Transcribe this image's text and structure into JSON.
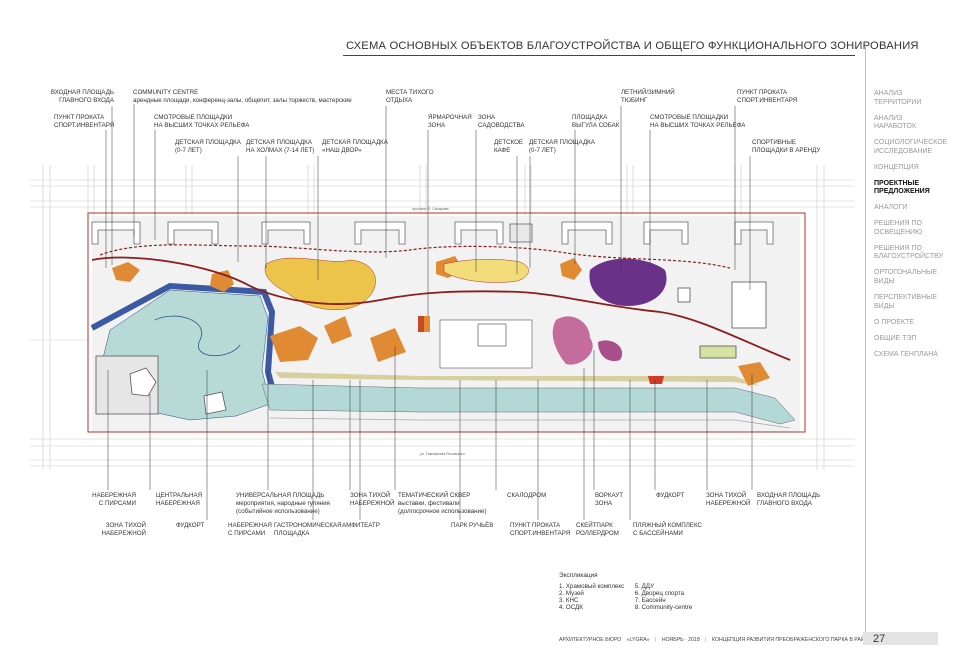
{
  "title": "СХЕМА ОСНОВНЫХ ОБЪЕКТОВ БЛАГОУСТРОЙСТВА И ОБЩЕГО ФУНКЦИОНАЛЬНОГО ЗОНИРОВАНИЯ",
  "sidebar": {
    "items": [
      {
        "label": "АНАЛИЗ ТЕРРИТОРИИ",
        "active": false
      },
      {
        "label": "АНАЛИЗ НАРАБОТОК",
        "active": false
      },
      {
        "label": "СОЦИОЛОГИЧЕСКОЕ ИССЛЕДОВАНИЕ",
        "active": false
      },
      {
        "label": "КОНЦЕПЦИЯ",
        "active": false
      },
      {
        "label": "ПРОЕКТНЫЕ ПРЕДЛОЖЕНИЯ",
        "active": true
      },
      {
        "label": "АНАЛОГИ",
        "active": false
      },
      {
        "label": "РЕШЕНИЯ ПО ОСВЕЩЕНИЮ",
        "active": false
      },
      {
        "label": "РЕШЕНИЯ ПО БЛАГОУСТРОЙСТВУ",
        "active": false
      },
      {
        "label": "ОРТОГОНАЛЬНЫЕ ВИДЫ",
        "active": false
      },
      {
        "label": "ПЕРСПЕКТИВНЫЕ ВИДЫ",
        "active": false
      },
      {
        "label": "О ПРОЕКТЕ",
        "active": false
      },
      {
        "label": "ОБЩИЕ ТЭП",
        "active": false
      },
      {
        "label": "СХЕМА ГЕНПЛАНА",
        "active": false
      }
    ]
  },
  "top_labels": {
    "entrance_main_left": "ВХОДНАЯ ПЛОЩАДЬ\nГЛАВНОГО ВХОДА",
    "community_centre": "COMMUNITY CENTRE",
    "community_centre_sub": "арендные площади, конференц-залы, общепит, залы торжеств, мастерские",
    "rental_left": "ПУНКТ ПРОКАТА\nСПОРТ.ИНВЕНТАРЯ",
    "viewpoints_left": "СМОТРОВЫЕ ПЛОЩАДКИ\nНА ВЫСШИХ ТОЧКАХ РЕЛЬЕФА",
    "kids_0_7_left": "ДЕТСКАЯ ПЛОЩАДКА\n(0-7 ЛЕТ)",
    "kids_hills": "ДЕТСКАЯ ПЛОЩАДКА\nНА ХОЛМАХ (7-14 ЛЕТ)",
    "kids_yard": "ДЕТСКАЯ ПЛОЩАДКА\n«НАШ ДВОР»",
    "quiet_rest": "МЕСТА ТИХОГО\nОТДЫХА",
    "fair_zone": "ЯРМАРОЧНАЯ\nЗОНА",
    "gardening_zone": "ЗОНА\nСАДОВОДСТВА",
    "kids_cafe": "ДЕТСКОЕ\nКАФЕ",
    "kids_0_7_right": "ДЕТСКАЯ ПЛОЩАДКА\n(0-7 ЛЕТ)",
    "dog_area": "ПЛОЩАДКА\nВЫГУЛА СОБАК",
    "tubing": "ЛЕТНИЙ/ЗИМНИЙ\nТЮБИНГ",
    "viewpoints_right": "СМОТРОВЫЕ ПЛОЩАДКИ\nНА ВЫСШИХ ТОЧКАХ РЕЛЬЕФА",
    "rental_right": "ПУНКТ ПРОКАТА\nСПОРТ.ИНВЕНТАРЯ",
    "sport_rent": "СПОРТИВНЫЕ\nПЛОЩАДКИ В АРЕНДУ"
  },
  "bottom_labels": {
    "embankment_piers": "НАБЕРЕЖНАЯ\nС ПИРСАМИ",
    "central_embankment": "ЦЕНТРАЛЬНАЯ\nНАБЕРЕЖНАЯ",
    "universal_square": "УНИВЕРСАЛЬНАЯ ПЛОЩАДЬ",
    "universal_square_sub": "мероприятия, народные гуляния\n(событийное использование)",
    "quiet_embankment_mid": "ЗОНА ТИХОЙ\nНАБЕРЕЖНОЙ",
    "thematic_square": "ТЕМАТИЧЕСКИЙ СКВЕР",
    "thematic_square_sub": "выставки, фестивали\n(долгосрочное использование)",
    "skatedrom": "СКАЛОДРОМ",
    "workout": "ВОРКАУТ\nЗОНА",
    "foodcourt_right": "ФУДКОРТ",
    "quiet_embankment_right": "ЗОНА ТИХОЙ\nНАБЕРЕЖНОЙ",
    "entrance_main_right": "ВХОДНАЯ ПЛОЩАДЬ\nГЛАВНОГО ВХОДА",
    "quiet_embankment_left": "ЗОНА ТИХОЙ\nНАБЕРЕЖНОЙ",
    "foodcourt_left": "ФУДКОРТ",
    "embankment_piers_2": "НАБЕРЕЖНАЯ\nС ПИРСАМИ",
    "gastro_square": "ГАСТРОНОМИЧЕСКАЯ\nПЛОЩАДКА",
    "amphitheatre": "АМФИТЕАТР",
    "creek_park": "ПАРК РУЧЬЁВ",
    "rental_bottom": "ПУНКТ ПРОКАТА\nСПОРТ.ИНВЕНТАРЯ",
    "skatepark": "СКЕЙТПАРК\nРОЛЛЕРДРОМ",
    "beach_complex": "ПЛЯЖНЫЙ КОМПЛЕКС\nС БАССЕЙНАМИ"
  },
  "legend": {
    "title": "Экспликация",
    "col1": [
      "1. Храмовый комплекс",
      "2. Музей",
      "3. КНС",
      "4. ОСДК"
    ],
    "col2": [
      "5. ДДУ",
      "6. Дворец спорта",
      "7. Бассейн",
      "8. Community-centre"
    ]
  },
  "footer": {
    "bureau": "АРХИТЕКТУРНОЕ БЮРО",
    "office": "«LYGRA»",
    "date": "НОЯБРЬ · 2018",
    "concept": "КОНЦЕПЦИЯ РАЗВИТИЯ ПРЕОБРАЖЕНСКОГО ПАРКА В РАЙОНЕ «АКАДЕМИЧЕСКИЙ»"
  },
  "page_number": "27",
  "colors": {
    "boundary_red": "#b3302a",
    "path_dark_red": "#8c1d1d",
    "orange": "#e08a34",
    "yellow": "#ecc44a",
    "purple": "#6a3188",
    "pink": "#c46c9c",
    "water": "#b7dad6",
    "canal_blue": "#3b5aa3",
    "khaki": "#d8cf9e",
    "buildings_grey": "#7a7a7a"
  }
}
